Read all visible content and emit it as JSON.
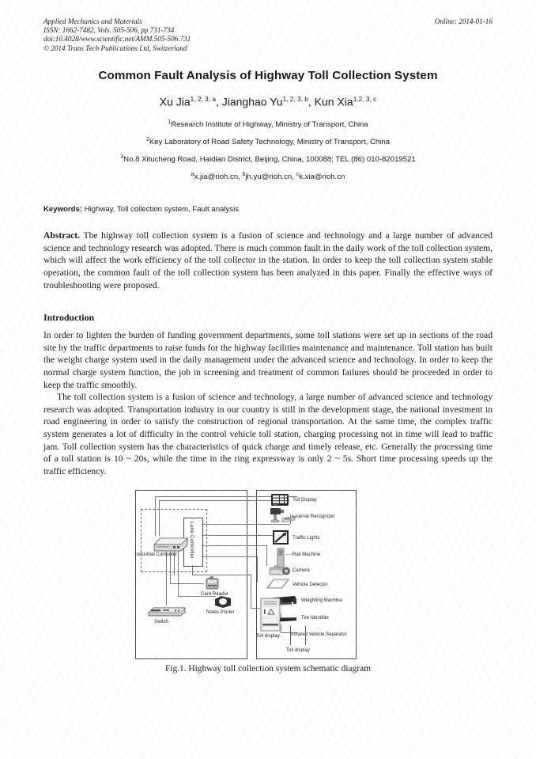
{
  "journal_header": {
    "line1": "Applied Mechanics and Materials",
    "line2": "ISSN: 1662-7482, Vols. 505-506, pp 731-734",
    "line3": "doi:10.4028/www.scientific.net/AMM.505-506.731",
    "line4": "© 2014 Trans Tech Publications Ltd, Switzerland",
    "online": "Online: 2014-01-16"
  },
  "title": "Common Fault Analysis of Highway Toll Collection System",
  "authors": {
    "a1_name": "Xu Jia",
    "a1_sup": "1, 2, 3, a",
    "sep1": ", ",
    "a2_name": "Jianghao Yu",
    "a2_sup": "1, 2, 3, b",
    "sep2": ", ",
    "a3_name": "Kun Xia",
    "a3_sup": "1,2, 3, c"
  },
  "affiliations": [
    {
      "sup": "1",
      "text": "Research Institute of Highway, Ministry of Transport, China"
    },
    {
      "sup": "2",
      "text": "Key Laboratory of Road Safety Technology, Ministry of Transport, China"
    },
    {
      "sup": "3",
      "text": "No.8 Xitucheng Road, Haidian District, Beijing, China, 100088; TEL (86) 010-82019521"
    }
  ],
  "emails": {
    "sup_a": "a",
    "e1": "x.jia@rioh.cn, ",
    "sup_b": "b",
    "e2": "jh.yu@rioh.cn, ",
    "sup_c": "c",
    "e3": "k.xia@rioh.cn"
  },
  "keywords": {
    "label": "Keywords:",
    "value": " Highway, Toll collection system, Fault analysis"
  },
  "abstract": {
    "label": "Abstract.",
    "text": " The highway toll collection system is a fusion of science and technology and a large number of advanced science and technology research was adopted. There is much common fault in the daily work of the toll collection system, which will affect the work efficiency of the toll collector in the station. In order to keep the toll collection system stable operation, the common fault of the toll collection system has been analyzed in this paper. Finally the effective ways of troubleshooting were proposed."
  },
  "introduction": {
    "heading": "Introduction",
    "para1": "In order to lighten the burden of funding government departments, some toll stations were set up in sections of the road site by the traffic departments to raise funds for the highway facilities maintenance and maintenance. Toll station has built the weight charge system used in the daily management under the advanced science and technology. In order to keep the normal charge system function, the job in screening and treatment of common failures should be proceeded in order to keep the traffic smoothly.",
    "para2": "The toll collection system is a fusion of science and technology, a large number of advanced science and technology research was adopted. Transportation industry in our country is still in the development stage, the national investment in road engineering in order to satisfy the construction of regional transportation. At the same time, the complex traffic system generates a lot of difficulty in the control vehicle toll station, charging processing not in time will lead to traffic jam. Toll collection system has the characteristics of quick charge and timely release, etc. Generally the processing time of a toll station is 10 ~ 20s, while the time in the ring expressway is only 2 ~ 5s. Short time processing speeds up the traffic efficiency."
  },
  "figure": {
    "caption": "Fig.1. Highway toll collection system schematic diagram",
    "labels": {
      "industrial_computer": "Industrial Computer",
      "lane_controller": "Lane Controller",
      "card_reader": "Card Reader",
      "notes_printer": "Notes Printer",
      "switch": "Switch",
      "toll_display_top": "Toll Display",
      "license_recognizer": "License Recognizer",
      "traffic_lights": "Traffic Lights",
      "rail_machine": "Rail Machine",
      "camera": "Camera",
      "vehicle_detector": "Vehicle Detector",
      "weighting_machine": "Weighting Machine",
      "tire_identifier": "Tire Identifier",
      "infrared_vehicle_separator": "Infrared Vehicle Separator",
      "toll_display_left": "Toll display",
      "toll_display_bottom": "Toll display"
    }
  }
}
